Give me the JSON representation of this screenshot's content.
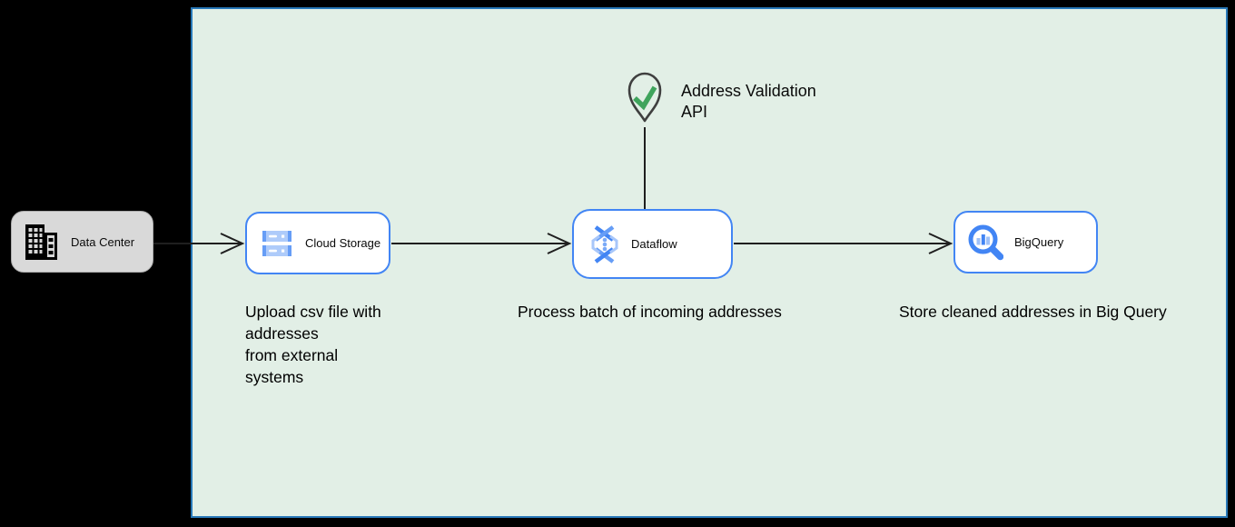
{
  "colors": {
    "page_background": "#000000",
    "diagram_fill": "#E2EFE6",
    "diagram_border": "#2878B8",
    "service_node_border": "#4285F4",
    "service_node_fill": "#FFFFFF",
    "external_node_fill": "#D9D9D9",
    "icon_blue": "#4285F4",
    "icon_blue_light": "#AECBFA",
    "icon_blue_medium": "#669DF6",
    "check_green": "#3FA45C",
    "pin_outline": "#3F3F3F",
    "arrow_color": "#1F1F1F",
    "text_color": "#000000"
  },
  "external_node": {
    "label": "Data Center"
  },
  "nodes": [
    {
      "label": "Cloud Storage"
    },
    {
      "label": "Dataflow"
    },
    {
      "label": "BigQuery"
    }
  ],
  "annotation": {
    "lines": [
      "Address Validation",
      "API"
    ]
  },
  "captions": {
    "upload": {
      "lines": [
        "Upload csv file with",
        "addresses",
        "from external",
        "systems"
      ]
    },
    "process": {
      "text": "Process batch of incoming addresses"
    },
    "store": {
      "text": "Store cleaned addresses in Big Query"
    }
  }
}
